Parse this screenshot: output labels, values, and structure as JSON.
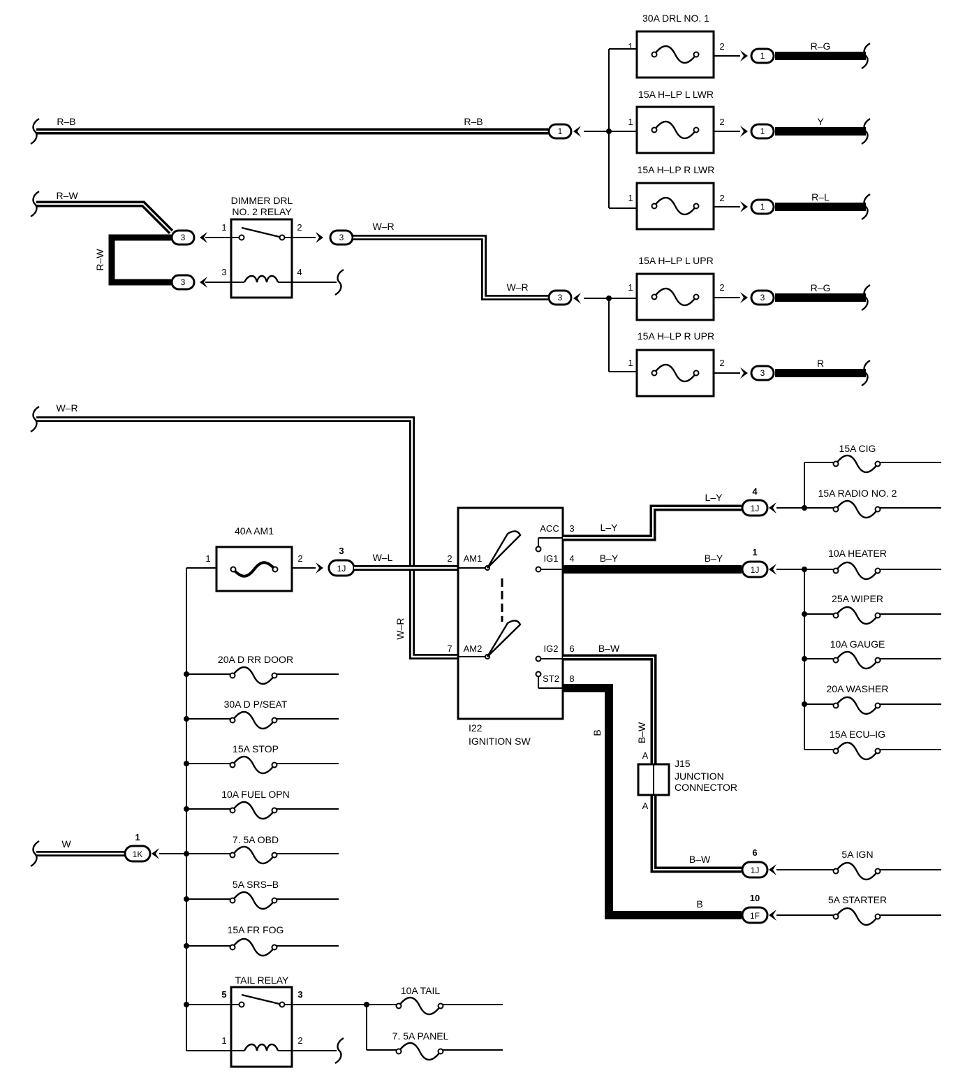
{
  "fuses_top": {
    "drl1": "30A DRL NO. 1",
    "hlp_l_lwr": "15A H–LP L LWR",
    "hlp_r_lwr": "15A H–LP R LWR",
    "hlp_l_upr": "15A H–LP L UPR",
    "hlp_r_upr": "15A H–LP R UPR"
  },
  "dimmer_relay": {
    "line1": "DIMMER DRL",
    "line2": "NO. 2 RELAY"
  },
  "wires": {
    "rb": "R–B",
    "rw": "R–W",
    "wr": "W–R",
    "rg": "R–G",
    "y": "Y",
    "rl": "R–L",
    "r": "R",
    "ly": "L–Y",
    "by": "B–Y",
    "bw": "B–W",
    "b": "B",
    "wl": "W–L",
    "w": "W"
  },
  "pins": {
    "p1": "1",
    "p2": "2",
    "p3": "3",
    "p4": "4",
    "p5": "5",
    "p6": "6",
    "p7": "7",
    "p8": "8",
    "p10": "10"
  },
  "connectors": {
    "c1": "1",
    "c3": "3",
    "c1j": "1J",
    "c1k": "1K",
    "c1f": "1F"
  },
  "am1": "40A AM1",
  "ignition": {
    "id": "I22",
    "name": "IGNITION SW",
    "terms": {
      "acc": "ACC",
      "ig1": "IG1",
      "ig2": "IG2",
      "st2": "ST2",
      "am1": "AM1",
      "am2": "AM2"
    }
  },
  "junction": {
    "id": "J15",
    "line1": "JUNCTION",
    "line2": "CONNECTOR",
    "pin": "A"
  },
  "left_fuses": [
    "20A D RR DOOR",
    "30A D P/SEAT",
    "15A STOP",
    "10A FUEL OPN",
    "7. 5A OBD",
    "5A SRS–B",
    "15A FR FOG"
  ],
  "tail_relay": "TAIL RELAY",
  "tail_fuses": [
    "10A TAIL",
    "7. 5A PANEL"
  ],
  "right_fuses": [
    "15A CIG",
    "15A RADIO NO. 2",
    "10A HEATER",
    "25A WIPER",
    "10A GAUGE",
    "20A WASHER",
    "15A ECU–IG",
    "5A IGN",
    "5A STARTER"
  ]
}
